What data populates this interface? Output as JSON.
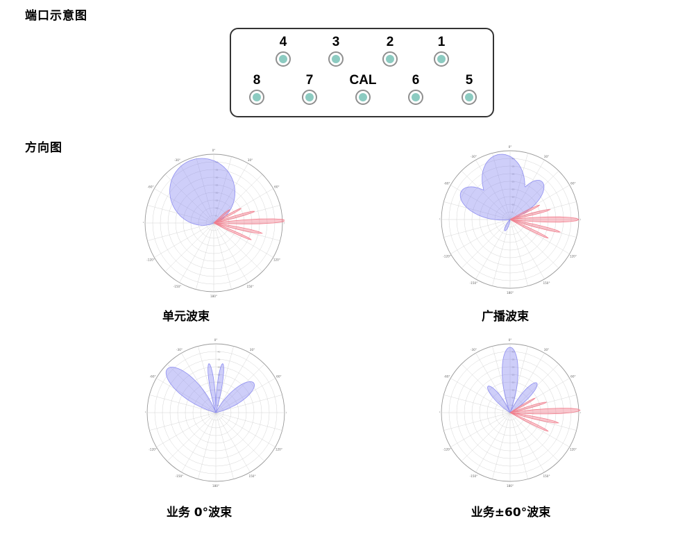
{
  "sections": {
    "port_diagram_title": "端口示意图",
    "pattern_title": "方向图"
  },
  "ports": [
    {
      "label": "4"
    },
    {
      "label": "3"
    },
    {
      "label": "2"
    },
    {
      "label": "1"
    },
    {
      "label": "8"
    },
    {
      "label": "7"
    },
    {
      "label": "CAL"
    },
    {
      "label": "6"
    },
    {
      "label": "5"
    }
  ],
  "patterns": [
    {
      "caption": "单元波束"
    },
    {
      "caption": "广播波束"
    },
    {
      "caption": "业务 0°波束"
    },
    {
      "caption": "业务±60°波束"
    }
  ],
  "colors": {
    "port_fill": "#8ccbc1",
    "horizontal_beam": "#8a8af0",
    "vertical_beam": "#f07a8a"
  },
  "angle_labels": [
    "0°",
    "30°",
    "60°",
    "90°",
    "120°",
    "150°",
    "180°",
    "-150°",
    "-120°",
    "-90°",
    "-60°",
    "-30°"
  ]
}
